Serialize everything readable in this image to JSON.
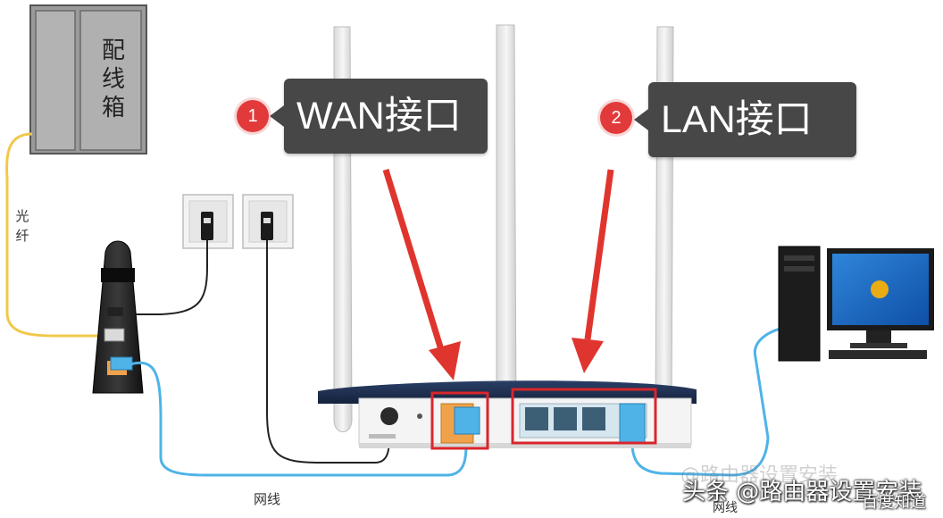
{
  "distribution_box": {
    "label": "配线箱"
  },
  "fiber": {
    "label": "光纤"
  },
  "cables": {
    "label_left": "网线",
    "label_right": "网线"
  },
  "callouts": [
    {
      "number": "1",
      "text": "WAN接口"
    },
    {
      "number": "2",
      "text": "LAN接口"
    }
  ],
  "watermark": {
    "ghost": "@路由器设置安装",
    "text": "头条 @路由器设置安装",
    "corner": "百度知道"
  },
  "colors": {
    "callout_bg": "#474747",
    "badge_red": "#e23a3a",
    "highlight_red": "#d9262b",
    "arrow_red": "#e0352e",
    "fiber_yellow": "#f2c84b",
    "ethernet_blue": "#4fb3e8",
    "router_navy": "#1f3152"
  }
}
